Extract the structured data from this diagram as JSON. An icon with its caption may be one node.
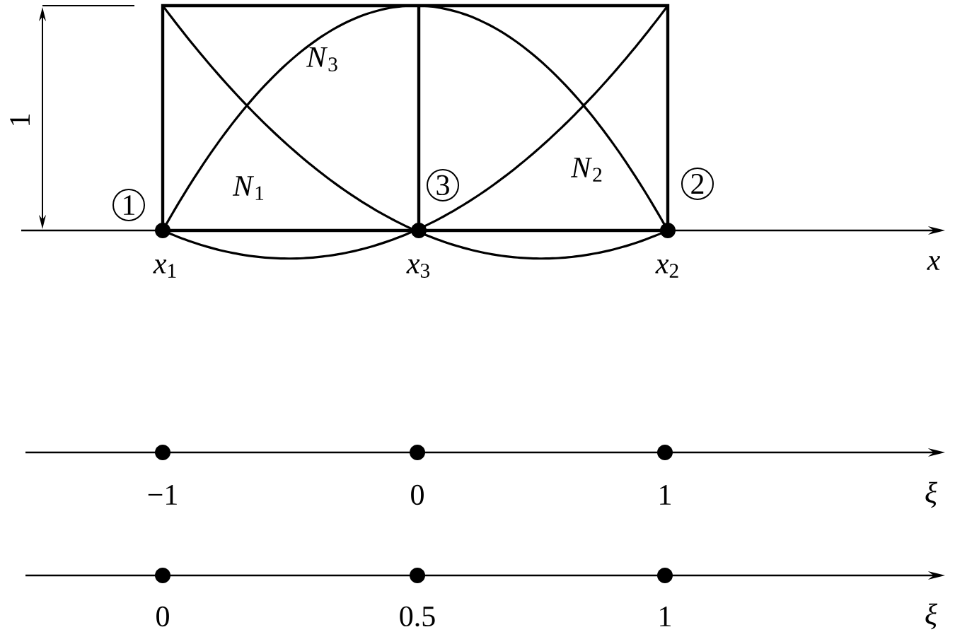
{
  "diagram": {
    "nodes": [
      {
        "text": [
          "1"
        ]
      },
      {
        "text": [
          "3"
        ]
      },
      {
        "text": [
          "2"
        ]
      }
    ],
    "edges": [],
    "labels": [
      "1",
      "*N*$_{3}$",
      "*N*$_{1}$",
      "*N*$_{2}$",
      "*x*$_{1}$",
      "*x*$_{3}$",
      "*x*$_{2}$",
      "*x*",
      "−1",
      "0",
      "1",
      "*ξ*",
      "0",
      "0.5",
      "1",
      "*ξ*"
    ]
  }
}
